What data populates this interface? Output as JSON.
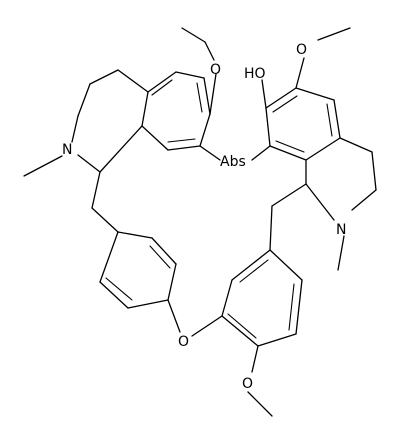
{
  "diagram": {
    "type": "chemical-structure",
    "atom_labels": {
      "methoxy_top_left": "O",
      "methoxy_top_right": "O",
      "hydroxyl": "HO",
      "nitrogen_left": "N",
      "nitrogen_right": "N",
      "bridge_label": "Abs",
      "ether_oxygen_bottom_left": "O",
      "methoxy_bottom": "O"
    }
  }
}
